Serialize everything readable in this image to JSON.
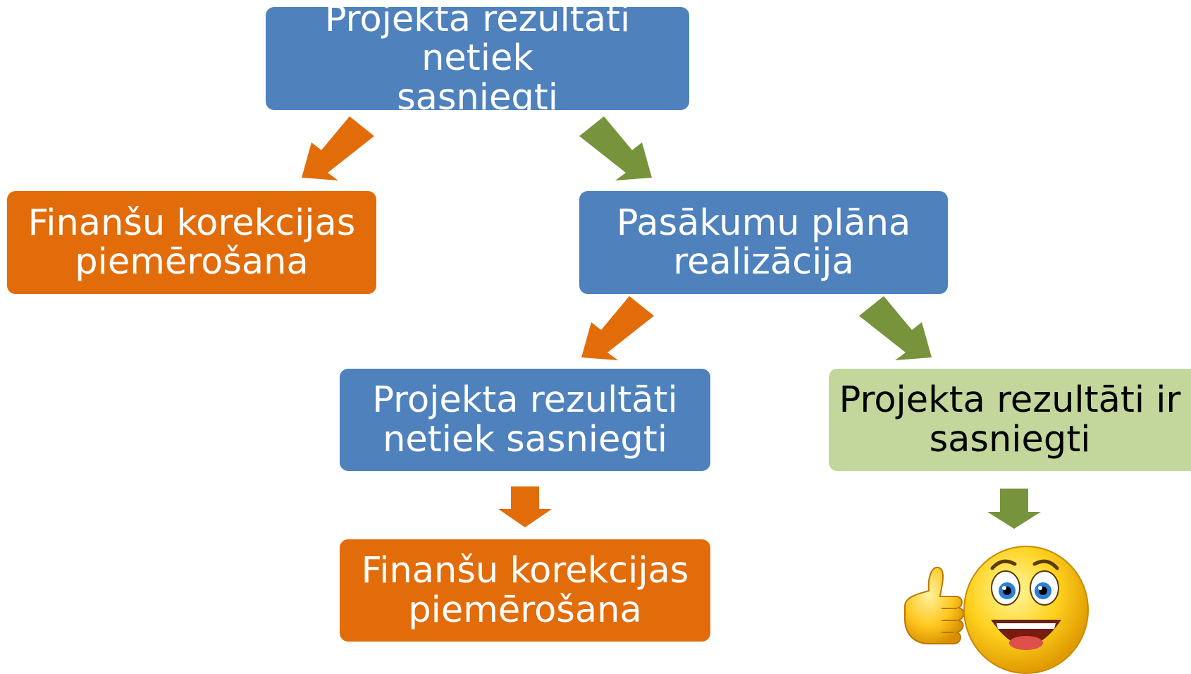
{
  "diagram": {
    "top_box": {
      "line1": "Projekta rezultāti netiek",
      "line2": "sasniegti"
    },
    "left_correction": {
      "line1": "Finanšu korekcijas",
      "line2": "piemērošana"
    },
    "action_plan": {
      "line1": "Pasākumu plāna",
      "line2": "realizācija"
    },
    "second_not_achieved": {
      "line1": "Projekta rezultāti",
      "line2": "netiek sasniegti"
    },
    "achieved": {
      "line1": "Projekta rezultāti ir",
      "line2": "sasniegti"
    },
    "bottom_correction": {
      "line1": "Finanšu korekcijas",
      "line2": "piemērošana"
    }
  },
  "colors": {
    "blue_box": "#4f81bd",
    "orange_box": "#e36c0a",
    "green_box": "#c3d69b",
    "orange_arrow": "#e36c0a",
    "green_arrow": "#77933c"
  },
  "icons": [
    "smiley-thumbs-up-icon"
  ]
}
